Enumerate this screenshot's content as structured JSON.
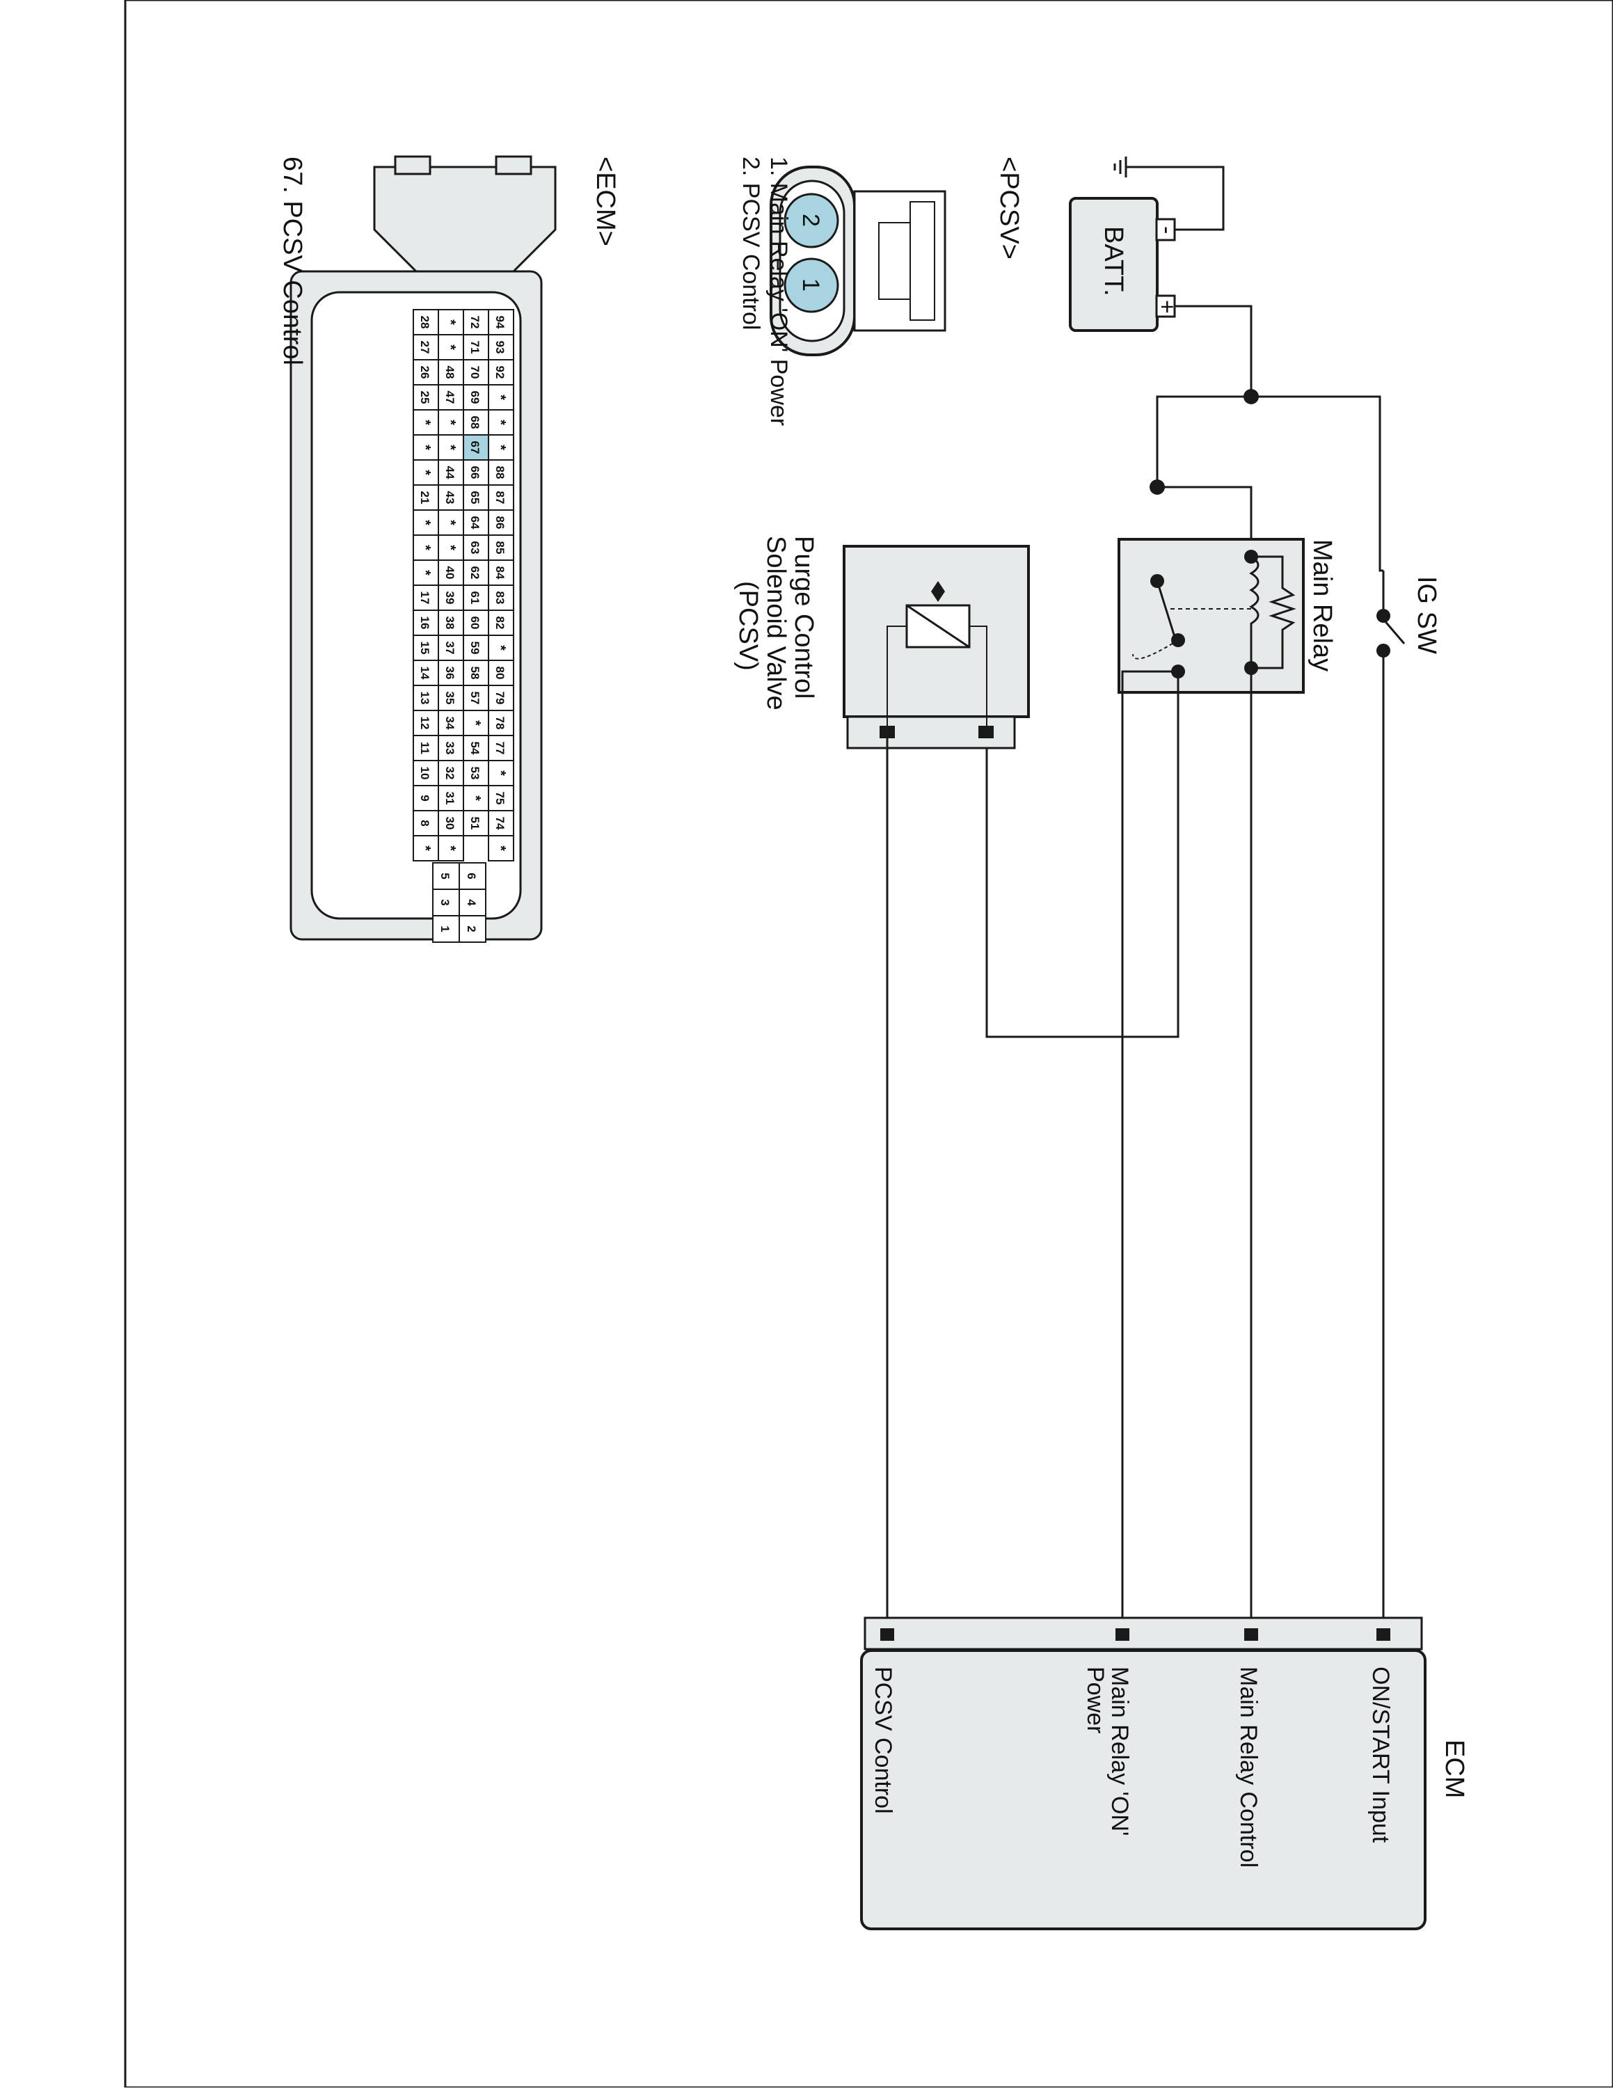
{
  "diagram": {
    "battery_label": "BATT.",
    "battery_minus": "-",
    "battery_plus": "+",
    "ig_sw_label": "IG SW",
    "main_relay_label": "Main Relay",
    "pcsv_component_label_line1": "Purge Control",
    "pcsv_component_label_line2": "Solenoid Valve",
    "pcsv_component_label_line3": "(PCSV)",
    "ecm_label": "ECM",
    "ecm_pin_labels": {
      "on_start": "ON/START Input",
      "main_relay_control": "Main Relay Control",
      "main_relay_on_power_line1": "Main Relay 'ON'",
      "main_relay_on_power_line2": "Power",
      "pcsv_control": "PCSV Control"
    },
    "pcsv_connector_title": "<PCSV>",
    "pcsv_pin_desc_1": "1. Main Relay 'ON' Power",
    "pcsv_pin_desc_2": "2. PCSV Control",
    "pcsv_pins": [
      "2",
      "1"
    ],
    "ecm_connector_title": "<ECM>",
    "ecm_pin_desc": "67. PCSV Control",
    "ecm_grid_rows": [
      [
        "94",
        "93",
        "92",
        "*",
        "*",
        "*",
        "88",
        "87",
        "86",
        "85",
        "84",
        "83",
        "82",
        "*",
        "80",
        "79",
        "78",
        "77",
        "*",
        "75",
        "74",
        "*"
      ],
      [
        "72",
        "71",
        "70",
        "69",
        "68",
        "67",
        "66",
        "65",
        "64",
        "63",
        "62",
        "61",
        "60",
        "59",
        "58",
        "57",
        "*",
        "54",
        "53",
        "*",
        "51"
      ],
      [
        "*",
        "*",
        "48",
        "47",
        "*",
        "*",
        "44",
        "43",
        "*",
        "*",
        "40",
        "39",
        "38",
        "37",
        "36",
        "35",
        "34",
        "33",
        "32",
        "31",
        "30",
        "*"
      ],
      [
        "28",
        "27",
        "26",
        "25",
        "*",
        "*",
        "*",
        "21",
        "*",
        "*",
        "*",
        "17",
        "16",
        "15",
        "14",
        "13",
        "12",
        "11",
        "10",
        "9",
        "8",
        "*"
      ]
    ],
    "ecm_small_block": [
      [
        "6",
        "5"
      ],
      [
        "4",
        "3"
      ],
      [
        "2",
        "1"
      ]
    ],
    "highlight_pin": "67",
    "accent_color": "#a8d3e0",
    "line_color": "#1a1a1a",
    "box_fill": "#e6eaeb"
  }
}
